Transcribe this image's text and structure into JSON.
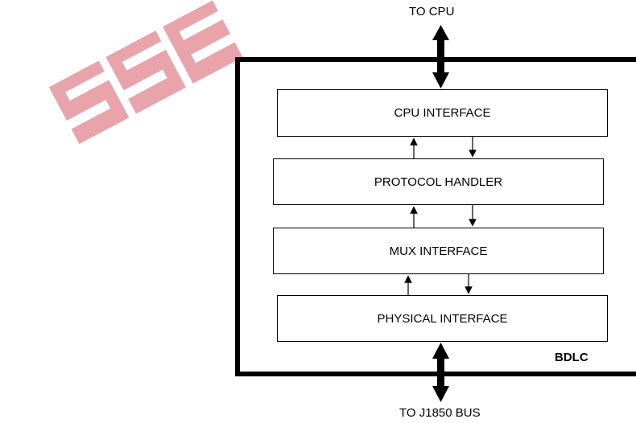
{
  "diagram": {
    "top_label": "TO CPU",
    "bottom_label": "TO J1850 BUS",
    "enclosure_label": "BDLC",
    "blocks": [
      "CPU INTERFACE",
      "PROTOCOL HANDLER",
      "MUX INTERFACE",
      "PHYSICAL INTERFACE"
    ],
    "watermark_color": "#e8a0a8"
  }
}
